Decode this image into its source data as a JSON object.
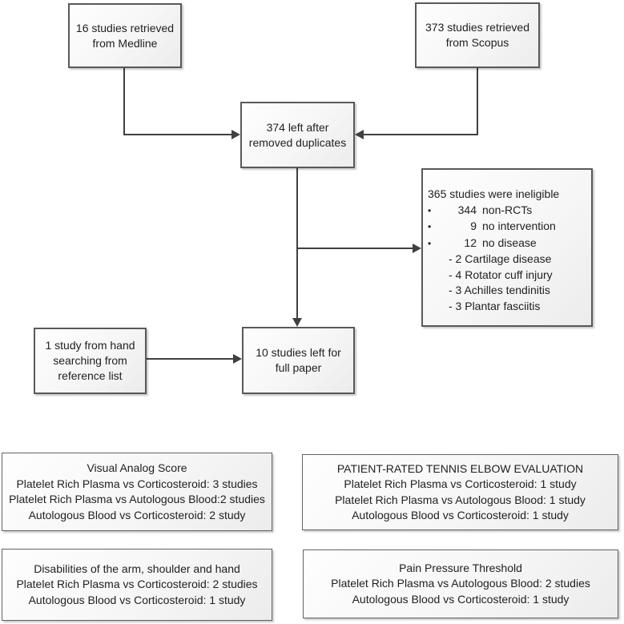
{
  "colors": {
    "box_border": "#595959",
    "box_fill_top": "#fefefe",
    "box_fill_bottom": "#ececec",
    "arrow": "#404040",
    "text": "#1f1f1f",
    "background": "#ffffff"
  },
  "flow": {
    "medline": {
      "text": "16 studies retrieved\nfrom Medline"
    },
    "scopus": {
      "text": "373 studies retrieved\nfrom Scopus"
    },
    "duplicates": {
      "text": "374 left after\nremoved duplicates"
    },
    "hand_search": {
      "text": "1 study from hand\nsearching from\nreference list"
    },
    "full_paper": {
      "text": "10 studies left for\nfull paper"
    },
    "ineligible": {
      "heading": "365 studies were ineligible",
      "bullet_char": "•",
      "bullets": [
        {
          "num": "344",
          "label": "non-RCTs"
        },
        {
          "num": "9",
          "label": "no intervention"
        },
        {
          "num": "12",
          "label": "no disease"
        }
      ],
      "sub_items": [
        "- 2 Cartilage disease",
        "- 4 Rotator cuff injury",
        "- 3 Achilles tendinitis",
        "- 3 Plantar fasciitis"
      ]
    }
  },
  "outcomes": {
    "visual_analog": {
      "title": "Visual Analog Score",
      "lines": [
        "Platelet Rich Plasma vs Corticosteroid: 3 studies",
        "Platelet Rich Plasma vs Autologous Blood:2 studies",
        "Autologous Blood vs Corticosteroid: 2 study"
      ]
    },
    "prtee": {
      "title": "PATIENT-RATED TENNIS ELBOW EVALUATION",
      "lines": [
        "Platelet Rich Plasma vs Corticosteroid: 1 study",
        "Platelet Rich Plasma vs Autologous Blood: 1 study",
        "Autologous Blood vs Corticosteroid: 1 study"
      ]
    },
    "disabilities": {
      "title": "Disabilities of the arm, shoulder and hand",
      "lines": [
        "Platelet Rich Plasma vs Corticosteroid: 2 studies",
        "Autologous Blood vs Corticosteroid: 1 study"
      ]
    },
    "pain_pressure": {
      "title": "Pain Pressure Threshold",
      "lines": [
        "Platelet Rich Plasma vs Autologous Blood: 2 studies",
        "Autologous Blood vs Corticosteroid: 1 study"
      ]
    }
  }
}
